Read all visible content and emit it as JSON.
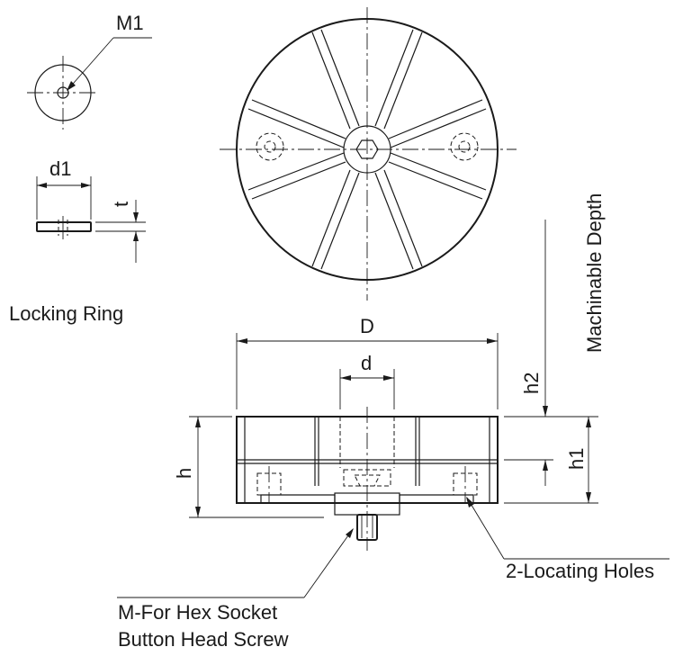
{
  "labels": {
    "m1": "M1",
    "d1": "d1",
    "t": "t",
    "locking_ring": "Locking Ring",
    "D": "D",
    "d": "d",
    "h": "h",
    "h1": "h1",
    "h2": "h2",
    "machinable_depth": "Machinable Depth",
    "locating_holes": "2-Locating Holes",
    "screw_line1": "M-For Hex Socket",
    "screw_line2": "Button Head Screw"
  },
  "colors": {
    "ink": "#1a1a1a",
    "background": "#ffffff"
  }
}
